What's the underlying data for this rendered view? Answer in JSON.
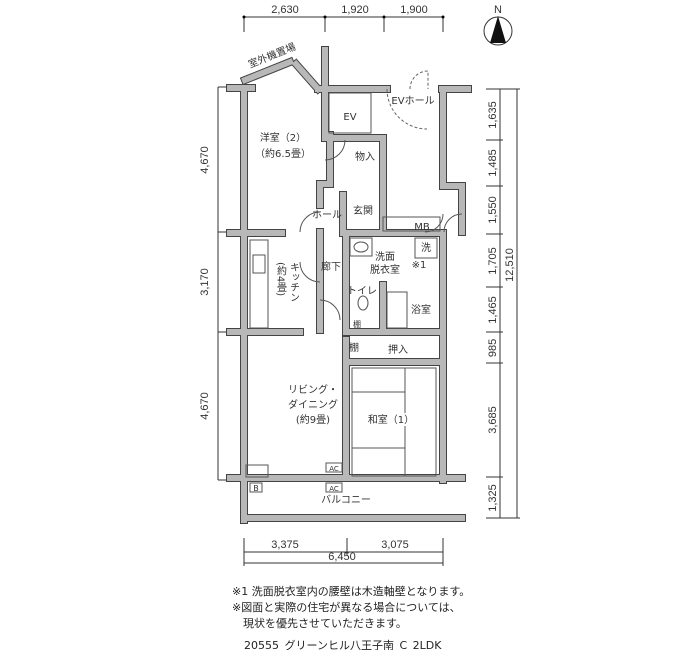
{
  "compass": {
    "label": "N"
  },
  "dimensions": {
    "top": [
      "2,630",
      "1,920",
      "1,900"
    ],
    "left": [
      "4,670",
      "3,170",
      "4,670"
    ],
    "right": [
      "1,635",
      "1,485",
      "1,550",
      "1,705",
      "1,465",
      "985",
      "3,685",
      "1,325"
    ],
    "right_total": "12,510",
    "bottom": [
      "3,375",
      "3,075"
    ],
    "bottom_total": "6,450"
  },
  "rooms": {
    "outdoor_unit": "室外機置場",
    "western_room_2": "洋室（2）",
    "western_room_2_size": "（約6.5畳）",
    "ev": "EV",
    "ev_hall": "EVホール",
    "storage": "物入",
    "hall": "ホール",
    "entrance": "玄関",
    "mb": "MB",
    "washroom_1": "洗面",
    "washroom_2": "脱衣室",
    "washroom_note": "※1",
    "washer": "洗",
    "corridor": "廊下",
    "kitchen": "キッチン",
    "kitchen_size": "(約4畳)",
    "toilet": "トイレ",
    "toilet_shelf": "棚",
    "bath": "浴室",
    "shelf": "棚",
    "closet": "押入",
    "living_1": "リビング・",
    "living_2": "ダイニング",
    "living_size": "(約9畳)",
    "japanese_room_1": "和室（1）",
    "ac_1": "AC",
    "ac_2": "AC",
    "b": "B",
    "balcony": "バルコニー"
  },
  "notes": [
    "※1 洗面脱衣室内の腰壁は木造軸壁となります。",
    "※図面と実際の住宅が異なる場合については、",
    "　現状を優先させていただきます。"
  ],
  "plan_id": "20555_グリーンヒル八王子南_C_2LDK"
}
